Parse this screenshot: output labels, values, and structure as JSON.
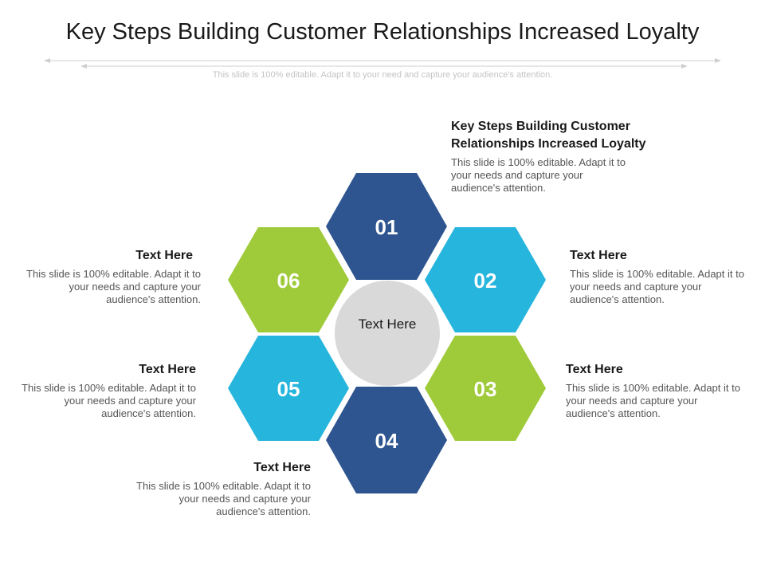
{
  "title": "Key Steps Building Customer Relationships Increased Loyalty",
  "subtitle": "This slide is 100% editable. Adapt it to your need and capture your audience's attention.",
  "center": {
    "label": "Text Here",
    "color": "#d9d9d9"
  },
  "colors": {
    "navy": "#2e5590",
    "sky": "#26b5dc",
    "lime": "#9fcb3a"
  },
  "steps": [
    {
      "num": "01",
      "color": "#2e5590",
      "heading": "Key Steps Building Customer Relationships Increased Loyalty",
      "body": "This slide is 100% editable. Adapt it to your needs and capture your audience's attention."
    },
    {
      "num": "02",
      "color": "#26b5dc",
      "heading": "Text Here",
      "body": "This slide is 100% editable. Adapt it to your needs and capture your audience's attention."
    },
    {
      "num": "03",
      "color": "#9fcb3a",
      "heading": "Text Here",
      "body": "This slide is 100% editable. Adapt it to your needs and capture your audience's attention."
    },
    {
      "num": "04",
      "color": "#2e5590",
      "heading": "Text Here",
      "body": "This slide is 100% editable. Adapt it to your needs and capture your audience's attention."
    },
    {
      "num": "05",
      "color": "#26b5dc",
      "heading": "Text Here",
      "body": "This slide is 100% editable. Adapt it to your needs and capture your audience's attention."
    },
    {
      "num": "06",
      "color": "#9fcb3a",
      "heading": "Text Here",
      "body": "This slide is 100% editable. Adapt it to your needs and capture your audience's attention."
    }
  ]
}
